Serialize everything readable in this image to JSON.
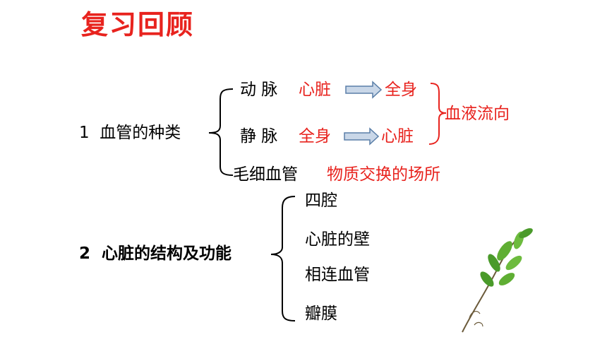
{
  "title": "复习回顾",
  "section1": {
    "number": "1",
    "label": "血管的种类",
    "artery": {
      "name": "动 脉",
      "from": "心脏",
      "to": "全身"
    },
    "vein": {
      "name": "静 脉",
      "from": "全身",
      "to": "心脏"
    },
    "flow_label": "血液流向",
    "capillary": {
      "name": "毛细血管",
      "function": "物质交换的场所"
    }
  },
  "section2": {
    "number": "2",
    "label": "心脏的结构及功能",
    "items": [
      "四腔",
      "心脏的壁",
      "相连血管",
      "瓣膜"
    ]
  },
  "colors": {
    "accent_red": "#e8231e",
    "arrow_fill": "#c9d7e8",
    "arrow_stroke": "#5a7fa8",
    "leaf_green": "#4a9a2a"
  }
}
